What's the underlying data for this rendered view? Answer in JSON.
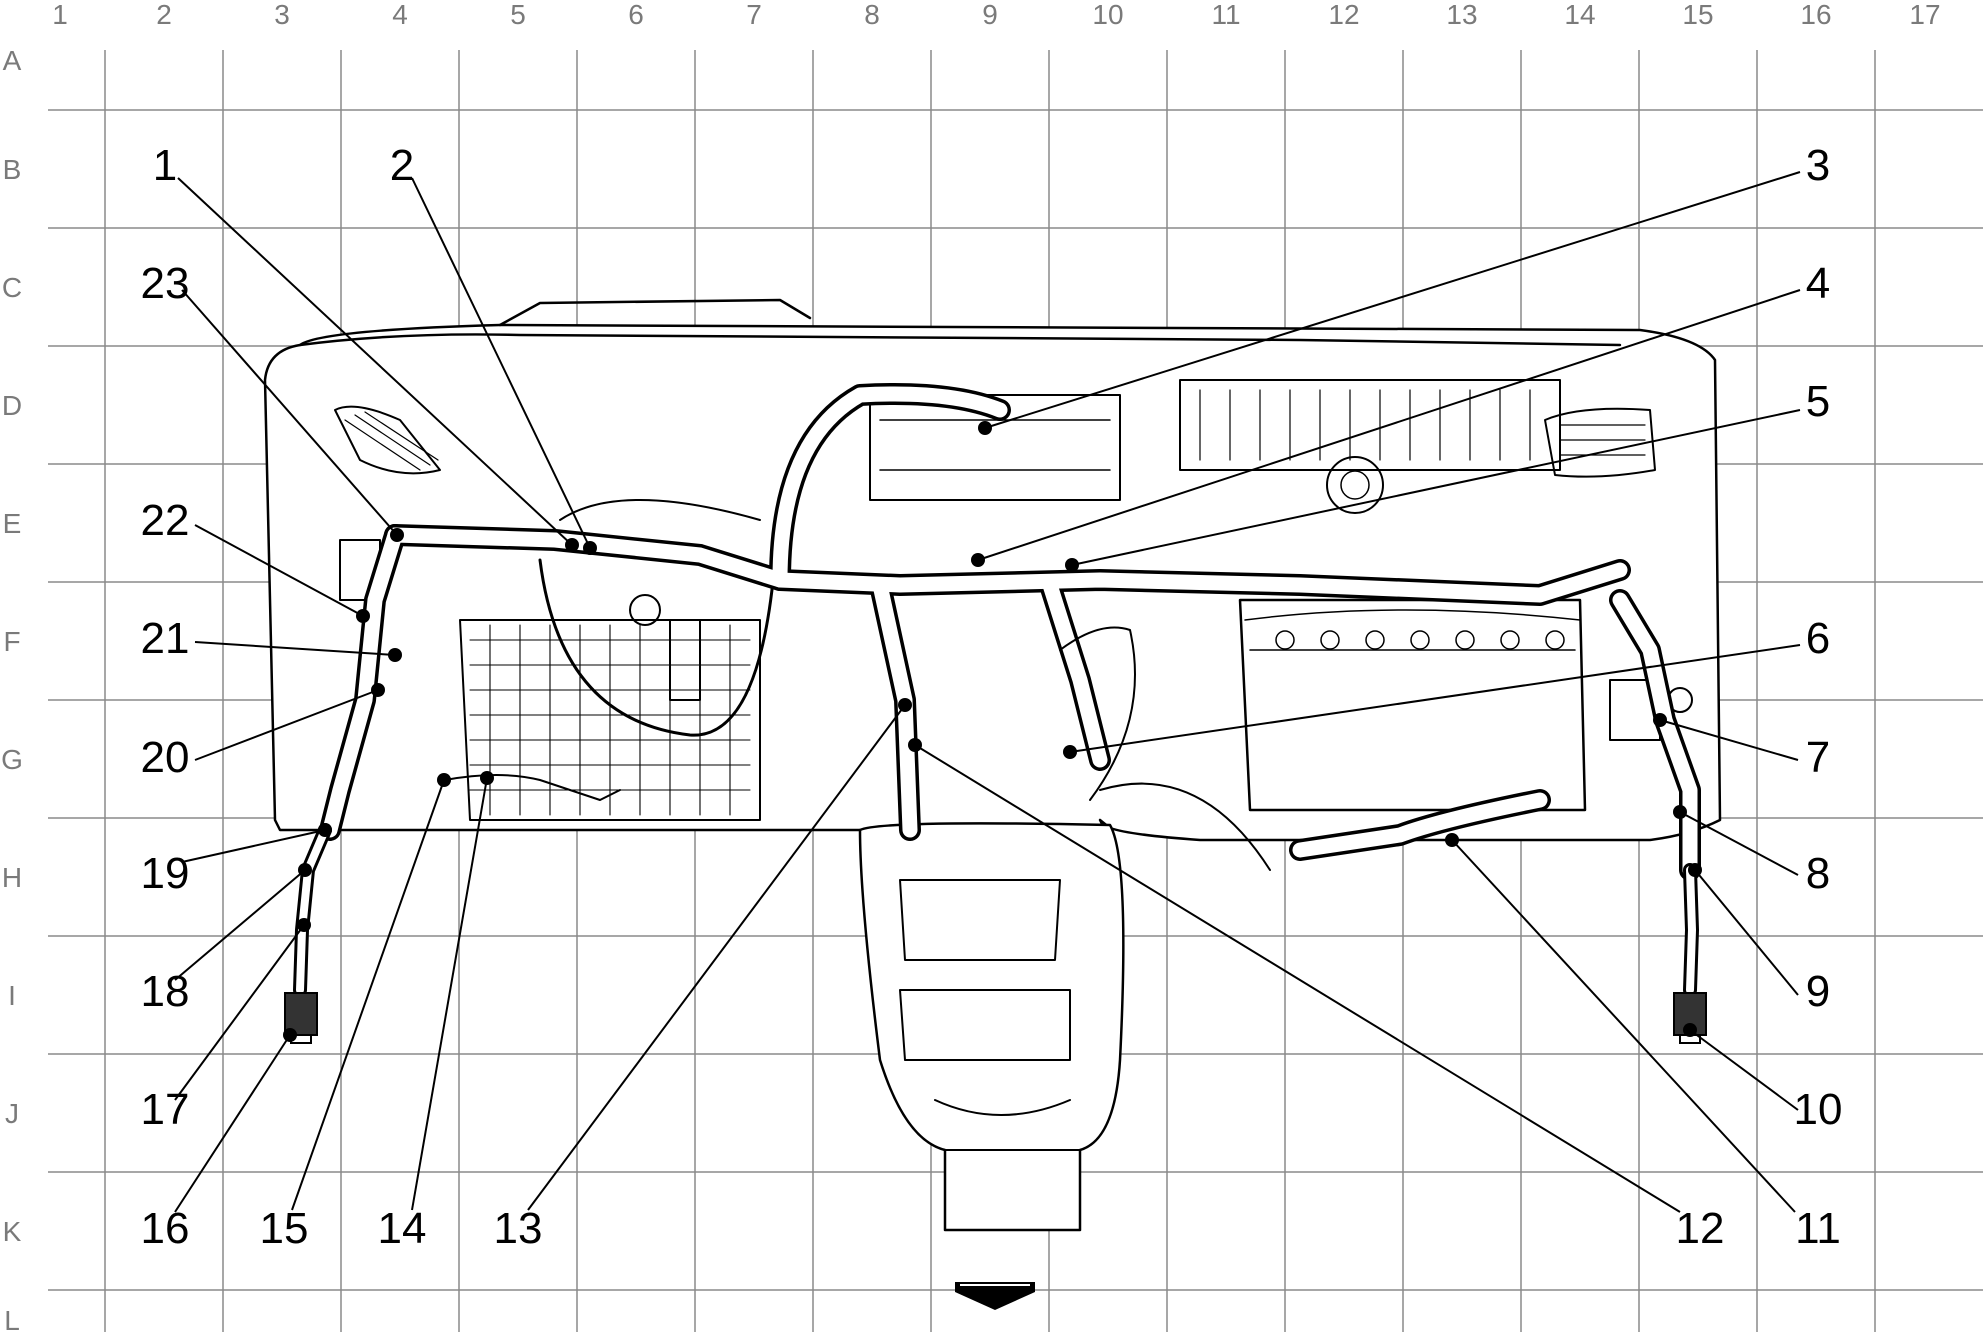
{
  "grid": {
    "columns": [
      "1",
      "2",
      "3",
      "4",
      "5",
      "6",
      "7",
      "8",
      "9",
      "10",
      "11",
      "12",
      "13",
      "14",
      "15",
      "16",
      "17"
    ],
    "rows": [
      "A",
      "B",
      "C",
      "D",
      "E",
      "F",
      "G",
      "H",
      "I",
      "J",
      "K",
      "L"
    ]
  },
  "callouts": {
    "c1": "1",
    "c2": "2",
    "c3": "3",
    "c4": "4",
    "c5": "5",
    "c6": "6",
    "c7": "7",
    "c8": "8",
    "c9": "9",
    "c10": "10",
    "c11": "11",
    "c12": "12",
    "c13": "13",
    "c14": "14",
    "c15": "15",
    "c16": "16",
    "c17": "17",
    "c18": "18",
    "c19": "19",
    "c20": "20",
    "c21": "21",
    "c22": "22",
    "c23": "23"
  },
  "icons": {
    "direction": "forward-arrow-icon"
  },
  "colors": {
    "grid": "#8a8a8a",
    "drawing": "#000000",
    "background": "#ffffff"
  }
}
